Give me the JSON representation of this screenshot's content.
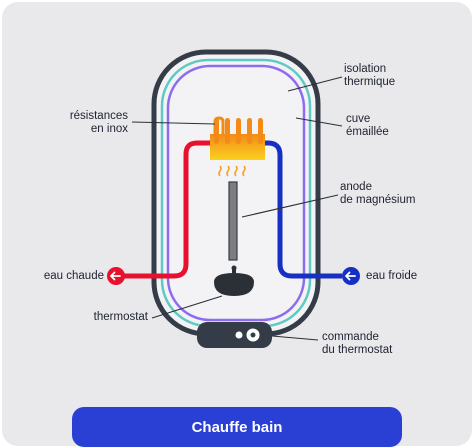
{
  "title": "Chauffe bain",
  "labels": {
    "isolation": "isolation\nthermique",
    "cuve": "cuve\némaillée",
    "resistances": "résistances\nen inox",
    "anode": "anode\nde magnésium",
    "eau_chaude": "eau chaude",
    "eau_froide": "eau froide",
    "thermostat": "thermostat",
    "commande": "commande\ndu thermostat"
  },
  "colors": {
    "hot": "#e8112d",
    "cold": "#1630c4",
    "outer_shell": "#343c47",
    "insulation": "#5fc9c4",
    "tank": "#8d6cf0",
    "element": "#f5a11c",
    "anode": "#7a7d82",
    "title_bg": "#2a3fd4"
  },
  "icons": {
    "hot_arrow": "arrow-left-icon",
    "cold_arrow": "arrow-left-icon",
    "knob": "knob-icon"
  }
}
